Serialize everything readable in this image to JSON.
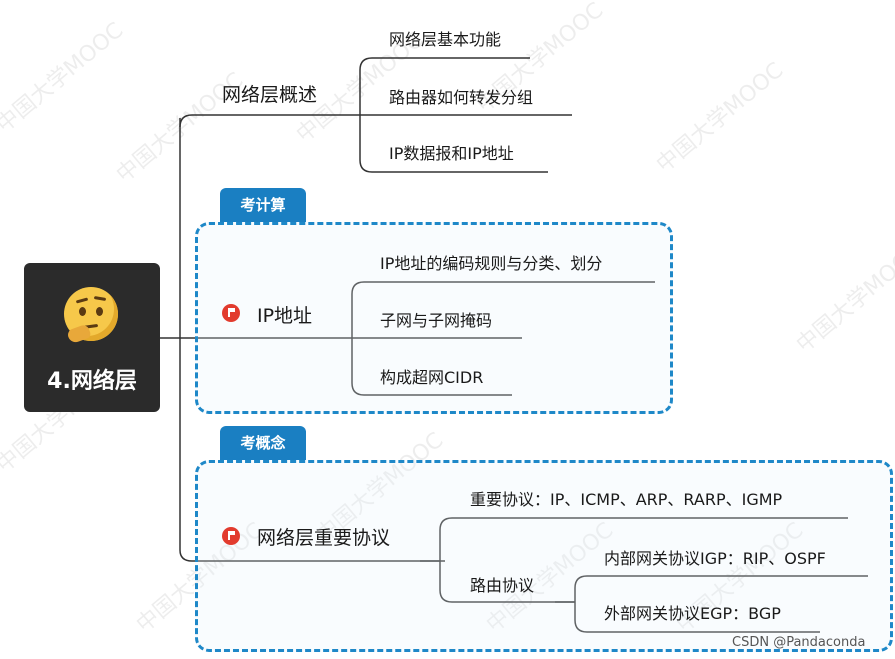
{
  "root": {
    "label": "4.网络层",
    "icon": "thinking-face-icon"
  },
  "branches": {
    "overview": {
      "label": "网络层概述",
      "children": [
        "网络层基本功能",
        "路由器如何转发分组",
        "IP数据报和IP地址"
      ]
    },
    "ip": {
      "tag": "考计算",
      "label": "IP地址",
      "children": [
        "IP地址的编码规则与分类、划分",
        "子网与子网掩码",
        "构成超网CIDR"
      ]
    },
    "protocols": {
      "tag": "考概念",
      "label": "网络层重要协议",
      "important": "重要协议：IP、ICMP、ARP、RARP、IGMP",
      "routing": {
        "label": "路由协议",
        "children": [
          "内部网关协议IGP：RIP、OSPF",
          "外部网关协议EGP：BGP"
        ]
      }
    }
  },
  "watermark": "中国大学MOOC",
  "credit": "CSDN @Pandaconda",
  "colors": {
    "accent": "#1a7fc2",
    "flag": "#e23b2e",
    "root_bg": "#2b2b2b"
  }
}
